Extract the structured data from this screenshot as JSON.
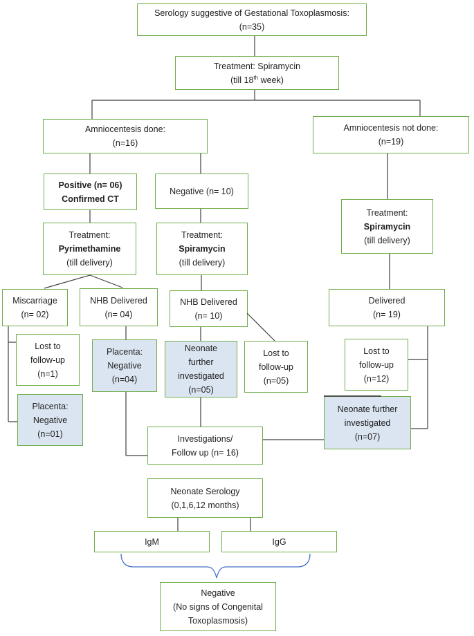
{
  "colors": {
    "box_border": "#6fad47",
    "highlight_fill": "#dbe5f1",
    "line": "#404040",
    "brace": "#4472c4",
    "text": "#1f1f1f"
  },
  "boxes": {
    "serology": {
      "l1": "Serology suggestive of Gestational Toxoplasmosis:",
      "l2": "(n=35)"
    },
    "spiramycin_18w": {
      "l1": "Treatment: Spiramycin",
      "l2_pre": "(till 18",
      "l2_sup": "th",
      "l2_post": " week)"
    },
    "amnio_done": {
      "l1": "Amniocentesis done:",
      "l2": "(n=16)"
    },
    "amnio_not_done": {
      "l1": "Amniocentesis not done:",
      "l2": "(n=19)"
    },
    "positive_ct": {
      "l1": "Positive (n= 06)",
      "l2": "Confirmed CT"
    },
    "negative_10": {
      "l1": "Negative (n= 10)"
    },
    "tx_pyrimethamine": {
      "l1": "Treatment:",
      "l2": "Pyrimethamine",
      "l3": "(till delivery)"
    },
    "tx_spiramycin_mid": {
      "l1": "Treatment:",
      "l2": "Spiramycin",
      "l3": "(till delivery)"
    },
    "tx_spiramycin_right": {
      "l1": "Treatment:",
      "l2": "Spiramycin",
      "l3": "(till delivery)"
    },
    "miscarriage": {
      "l1": "Miscarriage",
      "l2": "(n= 02)"
    },
    "nhb_04": {
      "l1": "NHB Delivered",
      "l2": "(n= 04)"
    },
    "nhb_10": {
      "l1": "NHB Delivered",
      "l2": "(n= 10)"
    },
    "delivered_19": {
      "l1": "Delivered",
      "l2": "(n= 19)"
    },
    "lost_1": {
      "l1": "Lost to",
      "l2": "follow-up",
      "l3": "(n=1)"
    },
    "placenta_04": {
      "l1": "Placenta:",
      "l2": "Negative",
      "l3": "(n=04)"
    },
    "neonate_05": {
      "l1": "Neonate",
      "l2": "further",
      "l3": "investigated",
      "l4": "(n=05)"
    },
    "lost_05": {
      "l1": "Lost to",
      "l2": "follow-up",
      "l3": "(n=05)"
    },
    "lost_12": {
      "l1": "Lost to",
      "l2": "follow-up",
      "l3": "(n=12)"
    },
    "placenta_01": {
      "l1": "Placenta:",
      "l2": "Negative",
      "l3": "(n=01)"
    },
    "neonate_07": {
      "l1": "Neonate further",
      "l2": "investigated",
      "l3": "(n=07)"
    },
    "investigations": {
      "l1": "Investigations/",
      "l2": "Follow up (n= 16)"
    },
    "neonate_serology": {
      "l1": "Neonate Serology",
      "l2": "(0,1,6,12 months)"
    },
    "igm": {
      "l1": "IgM"
    },
    "igg": {
      "l1": "IgG"
    },
    "negative_final": {
      "l1": "Negative",
      "l2": "(No signs of Congenital",
      "l3": "Toxoplasmosis)"
    }
  }
}
